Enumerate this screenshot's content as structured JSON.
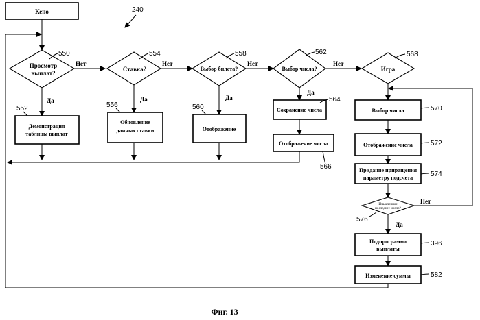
{
  "figure_number": "240",
  "caption": "Фиг. 13",
  "start": {
    "label": "Кено"
  },
  "decisions": {
    "view_payouts": {
      "ref": "550",
      "line1": "Просмотр",
      "line2": "выплат?",
      "yes": "Да",
      "no": "Нет"
    },
    "bets": {
      "ref": "554",
      "label": "Ставка?",
      "yes": "Да",
      "no": "Нет"
    },
    "ticket_choice": {
      "ref": "558",
      "label": "Выбор билета?",
      "yes": "Да",
      "no": "Нет"
    },
    "number_choice": {
      "ref": "562",
      "label": "Выбор числа?",
      "yes": "Да",
      "no": "Нет"
    },
    "game": {
      "ref": "568",
      "label": "Игра"
    },
    "last_number": {
      "ref": "576",
      "line1": "Извлеченное",
      "line2": "последнее число?",
      "yes": "Да",
      "no": "Нет"
    }
  },
  "processes": {
    "show_payout_table": {
      "ref": "552",
      "line1": "Демонстрация",
      "line2": "таблицы выплат"
    },
    "update_bet_data": {
      "ref": "556",
      "line1": "Обновление",
      "line2": "данных ставки"
    },
    "display": {
      "ref": "560",
      "label": "Отображение"
    },
    "save_number": {
      "ref": "564",
      "label": "Сохранение числа"
    },
    "display_number_1": {
      "ref": "566",
      "label": "Отображение числа"
    },
    "select_number": {
      "ref": "570",
      "label": "Выбор числа"
    },
    "display_number_2": {
      "ref": "572",
      "label": "Отображение числа"
    },
    "increment_counter": {
      "ref": "574",
      "line1": "Придание приращения",
      "line2": "параметру подсчета"
    },
    "payout_subroutine": {
      "ref": "396",
      "line1": "Подпрограмма",
      "line2": "выплаты"
    },
    "change_amount": {
      "ref": "582",
      "label": "Изменение суммы"
    }
  }
}
